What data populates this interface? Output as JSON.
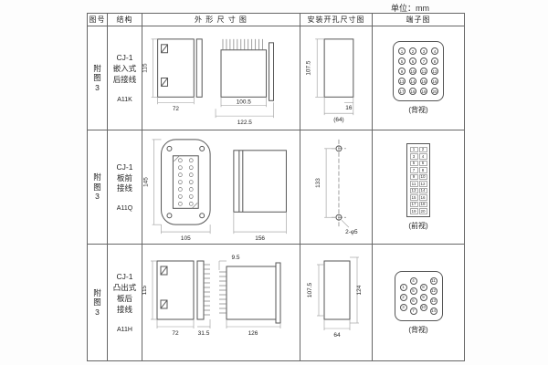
{
  "page": {
    "unit": "单位：mm"
  },
  "headers": {
    "fig": "图号",
    "structure": "结构",
    "outline": "外 形 尺 寸 图",
    "install": "安装开孔尺寸图",
    "terminal": "端子图"
  },
  "rows": [
    {
      "fig": "附图3",
      "structure": "CJ-1\n嵌入式\n后接线",
      "model": "A11K",
      "dims": {
        "front_h": "115",
        "front_w": "72",
        "body_w": "100.5",
        "total_w": "122.5",
        "cut_h": "107.5",
        "hole_off": "16",
        "cut_w": "(64)"
      },
      "terminal_view": "(背视)",
      "terminals": [
        "1",
        "2",
        "3",
        "4",
        "5",
        "6",
        "7",
        "8",
        "9",
        "10",
        "11",
        "12",
        "13",
        "14",
        "15",
        "16",
        "17",
        "18",
        "19",
        "20"
      ]
    },
    {
      "fig": "附图3",
      "structure": "CJ-1\n板前\n接线",
      "model": "A11Q",
      "dims": {
        "plate_h": "145",
        "plate_w": "105",
        "body_l": "156",
        "holes": "2-φ5",
        "hole_span": "133"
      },
      "terminal_view": "(前视)",
      "terminals": [
        "1",
        "2",
        "3",
        "4",
        "5",
        "6",
        "7",
        "8",
        "9",
        "10",
        "11",
        "12",
        "13",
        "14",
        "15",
        "16",
        "17",
        "18",
        "19",
        "20"
      ]
    },
    {
      "fig": "附图3",
      "structure": "CJ-1\n凸出式\n板后\n接线",
      "model": "A11H",
      "dims": {
        "front_h": "115",
        "front_w": "72",
        "strip_w": "31.5",
        "pin_l": "9.5",
        "body_l": "126",
        "cut_h": "107.5",
        "plate_h": "124",
        "cut_w": "64"
      },
      "terminal_view": "(背视)",
      "terminal_cols": [
        [
          "1",
          "2",
          "3"
        ],
        [
          "4",
          "5",
          "6",
          "7"
        ],
        [
          "8",
          "9",
          "10"
        ],
        [
          "11",
          "12",
          "13",
          "14"
        ]
      ]
    }
  ]
}
